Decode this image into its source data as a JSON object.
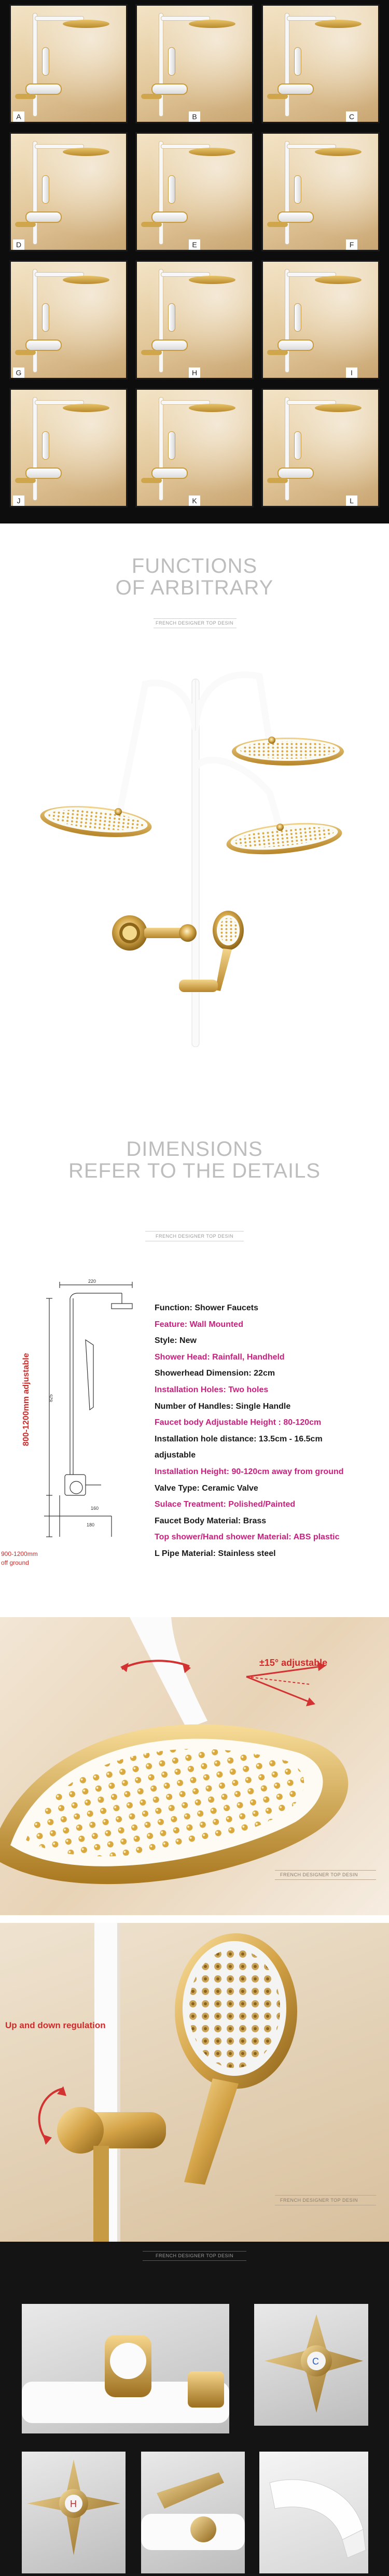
{
  "variants": [
    "A",
    "B",
    "C",
    "D",
    "E",
    "F",
    "G",
    "H",
    "I",
    "J",
    "K",
    "L"
  ],
  "functions": {
    "title_line1": "FUNCTIONS",
    "title_line2": "OF ARBITRARY",
    "subtitle": "FRENCH DESIGNER TOP DESIN"
  },
  "dimensions": {
    "title_line1": "DIMENSIONS",
    "title_line2": "REFER TO THE DETAILS",
    "subtitle": "FRENCH DESIGNER TOP DESIN",
    "height_note": "800-1200mm adjustable",
    "ground_note_1": "900-1200mm",
    "ground_note_2": "off ground"
  },
  "specs": [
    {
      "text": "Function: Shower Faucets",
      "color": "dark"
    },
    {
      "text": "Feature: Wall Mounted",
      "color": "accent"
    },
    {
      "text": "Style: New",
      "color": "dark"
    },
    {
      "text": "Shower Head: Rainfall, Handheld",
      "color": "accent"
    },
    {
      "text": "Showerhead Dimension: 22cm",
      "color": "dark"
    },
    {
      "text": "Installation Holes: Two  holes",
      "color": "accent"
    },
    {
      "text": "Number of Handles: Single Handle",
      "color": "dark"
    },
    {
      "text": "Faucet body Adjustable Height : 80-120cm",
      "color": "accent"
    },
    {
      "text": "Installation hole distance: 13.5cm - 16.5cm",
      "color": "dark"
    },
    {
      "text": "adjustable",
      "color": "dark"
    },
    {
      "text": "Installation Height: 90-120cm away from ground",
      "color": "accent"
    },
    {
      "text": "Valve Type: Ceramic Valve",
      "color": "dark"
    },
    {
      "text": "Sulace Treatment: Polished/Painted",
      "color": "accent"
    },
    {
      "text": "Faucet Body Material: Brass",
      "color": "dark"
    },
    {
      "text": "Top shower/Hand shower Material: ABS plastic",
      "color": "accent"
    },
    {
      "text": "L Pipe Material: Stainless steel",
      "color": "dark"
    }
  ],
  "photo_topshower": {
    "adjust_label": "±15° adjustable",
    "credit": "FRENCH DESIGNER TOP DESIN"
  },
  "photo_handshower": {
    "regulation_label": "Up and down regulation",
    "credit": "FRENCH DESIGNER TOP DESIN"
  },
  "details": {
    "credit": "FRENCH DESIGNER TOP DESIN"
  },
  "colors": {
    "gold": "#d4a74a",
    "white": "#ffffff",
    "dark_bg": "#0d0d0d",
    "accent_text": "#c8207e",
    "red_note": "#d02a2a"
  }
}
